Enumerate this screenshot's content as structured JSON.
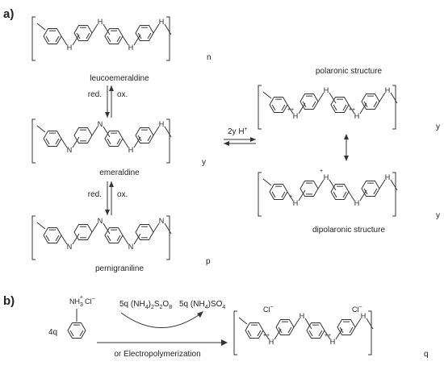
{
  "labels": {
    "part_a": "a)",
    "part_b": "b)",
    "leucoemeraldine": "leucoemeraldine",
    "emeraldine": "emeraldine",
    "pernigraniline": "pernigraniline",
    "polaronic": "polaronic structure",
    "dipolaronic": "dipolaronic structure",
    "red_top": "red.",
    "ox_top": "ox.",
    "red_bottom": "red.",
    "ox_bottom": "ox.",
    "protonation": "2y H",
    "protonation_sup": "+",
    "electropolymerization": "or Electropolymerization"
  },
  "subscripts": {
    "leuco": "n",
    "emeraldine": "y",
    "pernigraniline": "p",
    "polaronic": "y",
    "dipolaronic": "y",
    "product": "q"
  },
  "atoms": {
    "amine": "H",
    "imine": "N",
    "radical_cation": "++",
    "cation": "+",
    "nh": "NH",
    "chloride": "Cl",
    "chloride_charge": "−",
    "anilinium_nh": "NH",
    "anilinium_sub": "3",
    "anilinium_charge": "+",
    "anilinium_cl": "Cl"
  },
  "reagents": {
    "coefficient": "4q",
    "oxidant_coef": "5q",
    "oxidant": "(NH",
    "oxidant_sub1": "4",
    "oxidant_mid": ")",
    "oxidant_sub2": "2",
    "oxidant_s": "S",
    "oxidant_sub3": "2",
    "oxidant_o": "O",
    "oxidant_sub4": "8",
    "byproduct_coef": "5q",
    "byproduct": "(NH",
    "byproduct_sub1": "4",
    "byproduct_end": ")SO",
    "byproduct_sub2": "4"
  }
}
